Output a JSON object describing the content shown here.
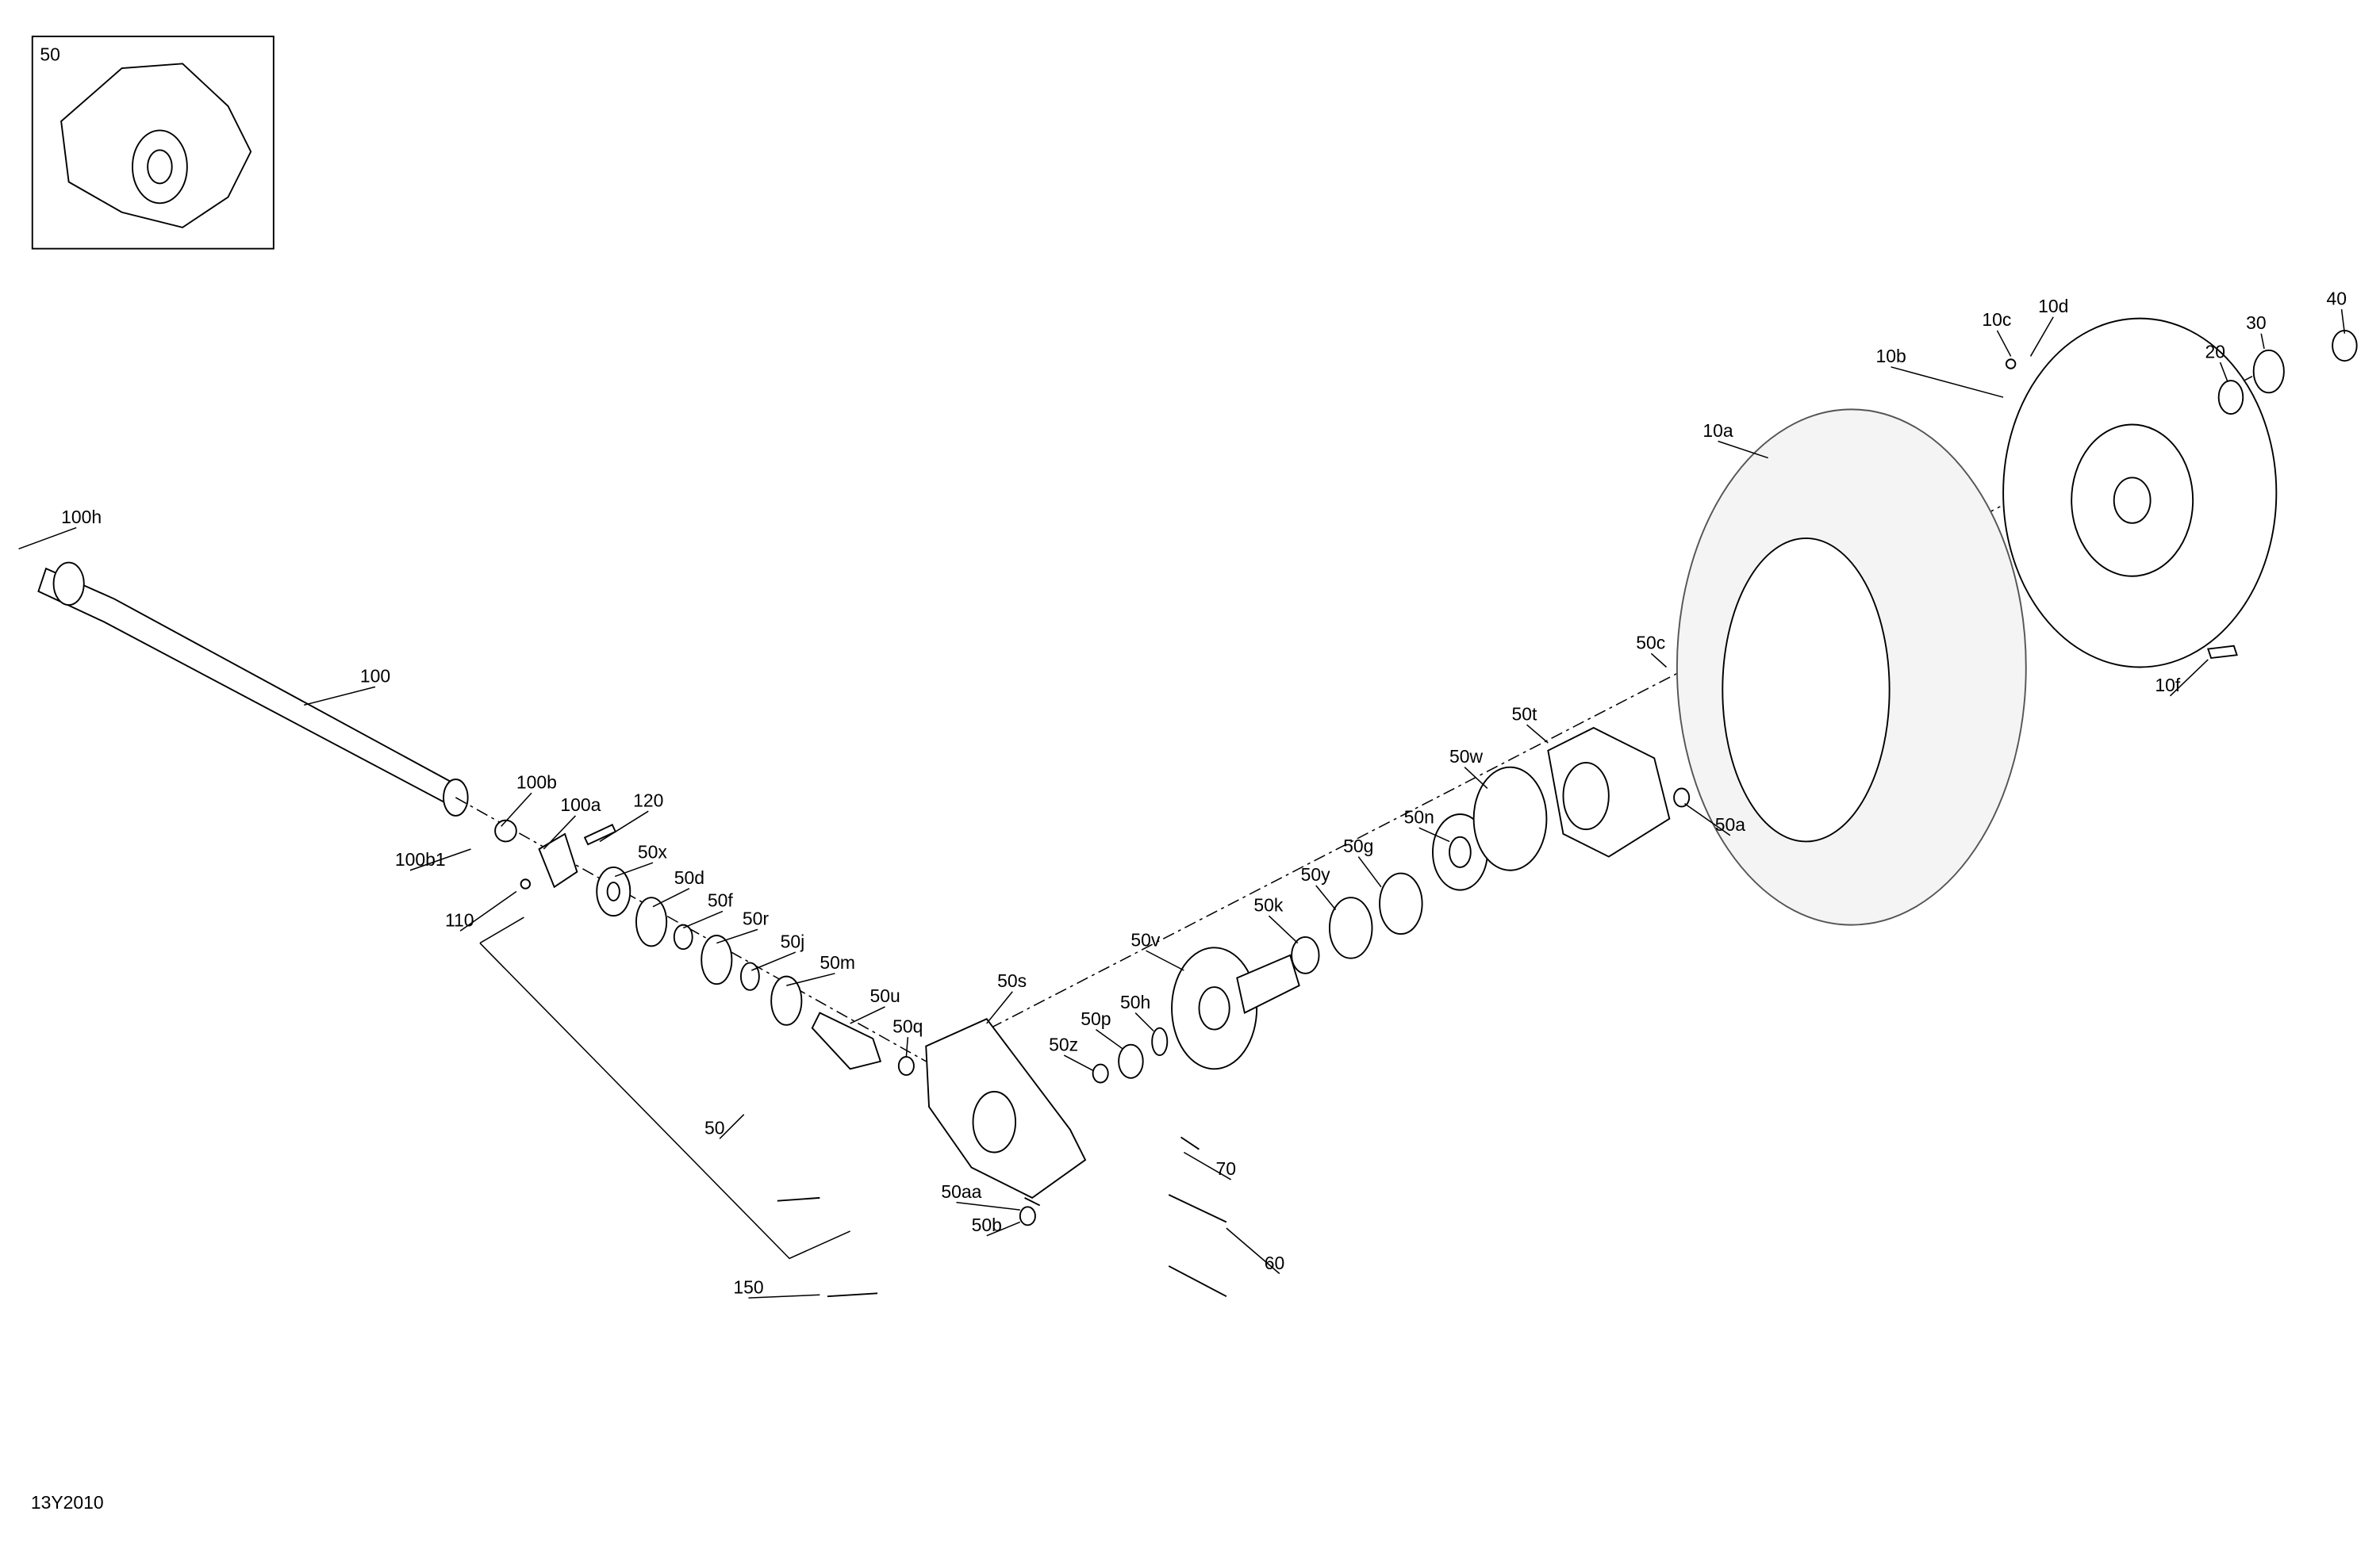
{
  "inset": {
    "label": "50"
  },
  "figure_code": "13Y2010",
  "callouts": [
    "100h",
    "100",
    "100b",
    "100a",
    "120",
    "100b1",
    "110",
    "50x",
    "50d",
    "50f",
    "50r",
    "50j",
    "50m",
    "50u",
    "50q",
    "50s",
    "50p",
    "50z",
    "50h",
    "50v",
    "50k",
    "50y",
    "50g",
    "50n",
    "50w",
    "50t",
    "50c",
    "50a",
    "10a",
    "10b",
    "10c",
    "10d",
    "20",
    "30",
    "40",
    "10f",
    "70",
    "50aa",
    "50b",
    "60",
    "150",
    "50"
  ]
}
